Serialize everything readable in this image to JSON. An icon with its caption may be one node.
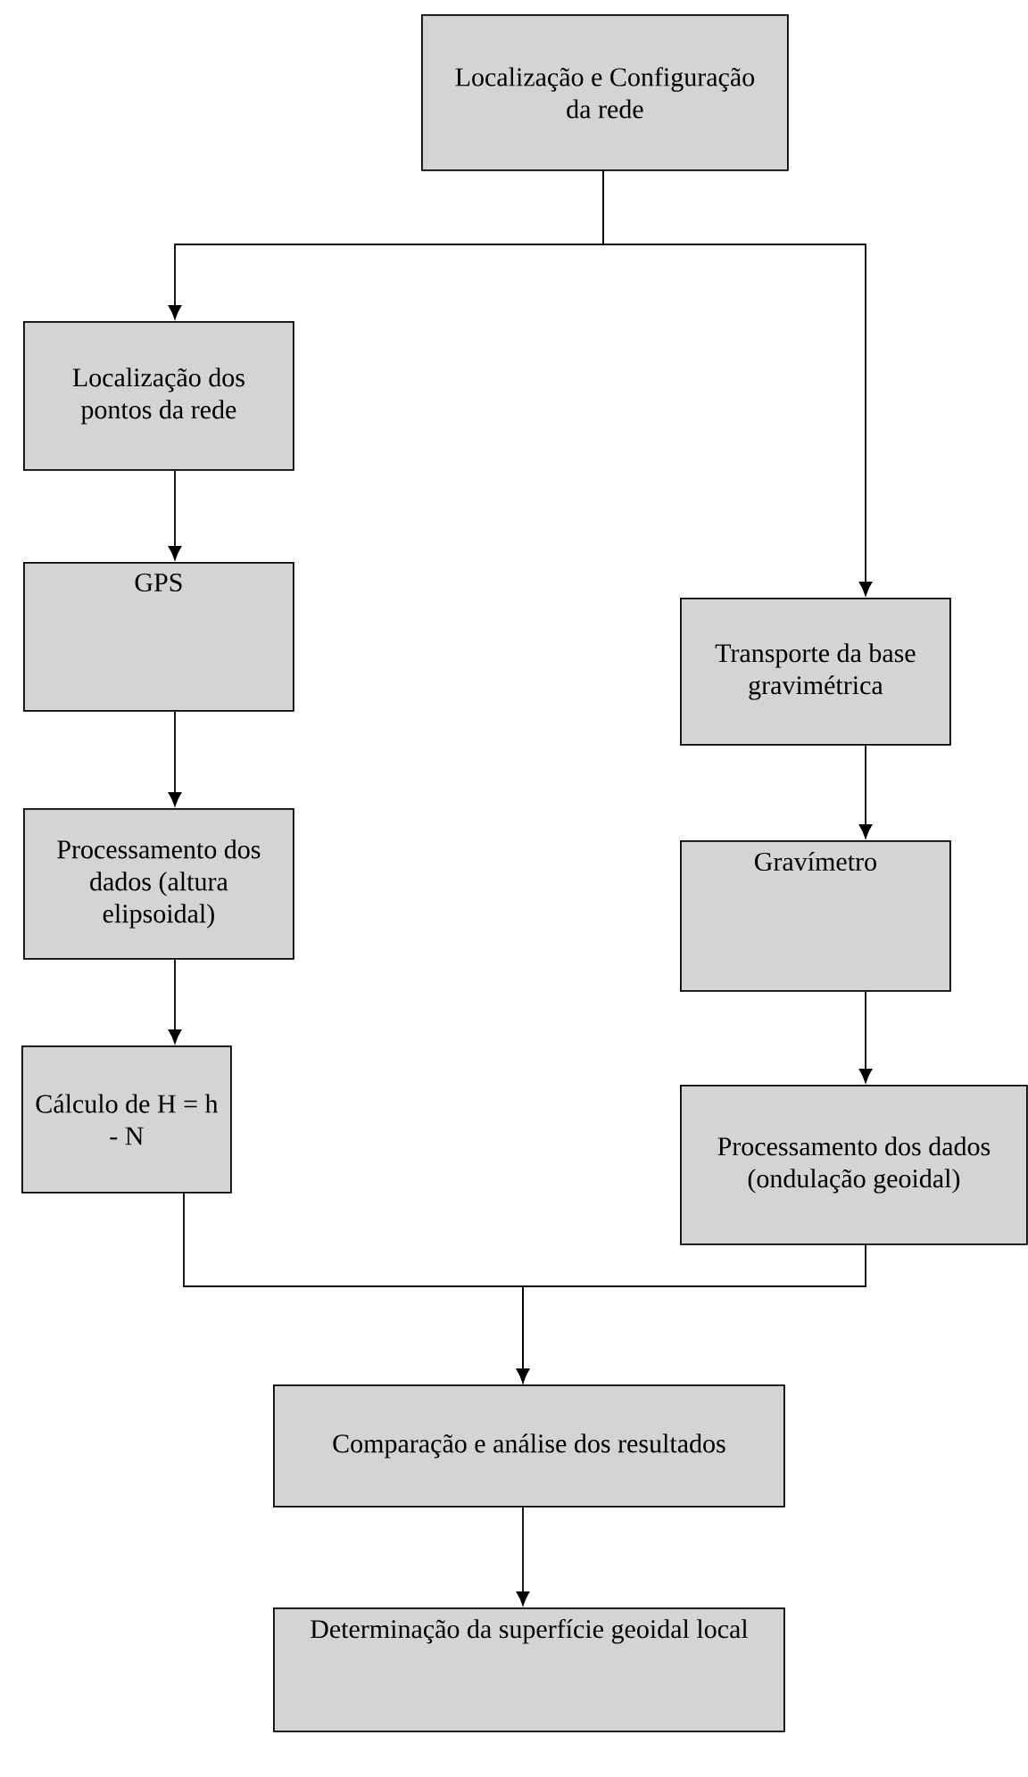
{
  "diagram": {
    "nodes": [
      {
        "text": [
          "Localização e Configuração da rede"
        ]
      },
      {
        "text": [
          "Localização dos pontos da rede"
        ]
      },
      {
        "text": [
          "GPS"
        ]
      },
      {
        "text": [
          "Processamento dos dados (altura elipsoidal)"
        ]
      },
      {
        "text": [
          "Cálculo de H = h - N"
        ]
      },
      {
        "text": [
          "Transporte da base gravimétrica"
        ]
      },
      {
        "text": [
          "Gravímetro"
        ]
      },
      {
        "text": [
          "Processamento dos dados (ondulação geoidal)"
        ]
      },
      {
        "text": [
          "Comparação e análise dos resultados"
        ]
      },
      {
        "text": [
          "Determinação da superfície geoidal local"
        ]
      }
    ],
    "edges": [
      {
        "from": 0,
        "to": 1,
        "arrow": "to"
      },
      {
        "from": 0,
        "to": 5,
        "arrow": "to"
      },
      {
        "from": 1,
        "to": 2,
        "arrow": "to"
      },
      {
        "from": 2,
        "to": 3,
        "arrow": "to"
      },
      {
        "from": 3,
        "to": 4,
        "arrow": "to"
      },
      {
        "from": 5,
        "to": 6,
        "arrow": "to"
      },
      {
        "from": 6,
        "to": 7,
        "arrow": "to"
      },
      {
        "from": 4,
        "to": 8,
        "arrow": "to"
      },
      {
        "from": 7,
        "to": 8,
        "arrow": "to"
      },
      {
        "from": 8,
        "to": 9,
        "arrow": "to"
      }
    ]
  }
}
